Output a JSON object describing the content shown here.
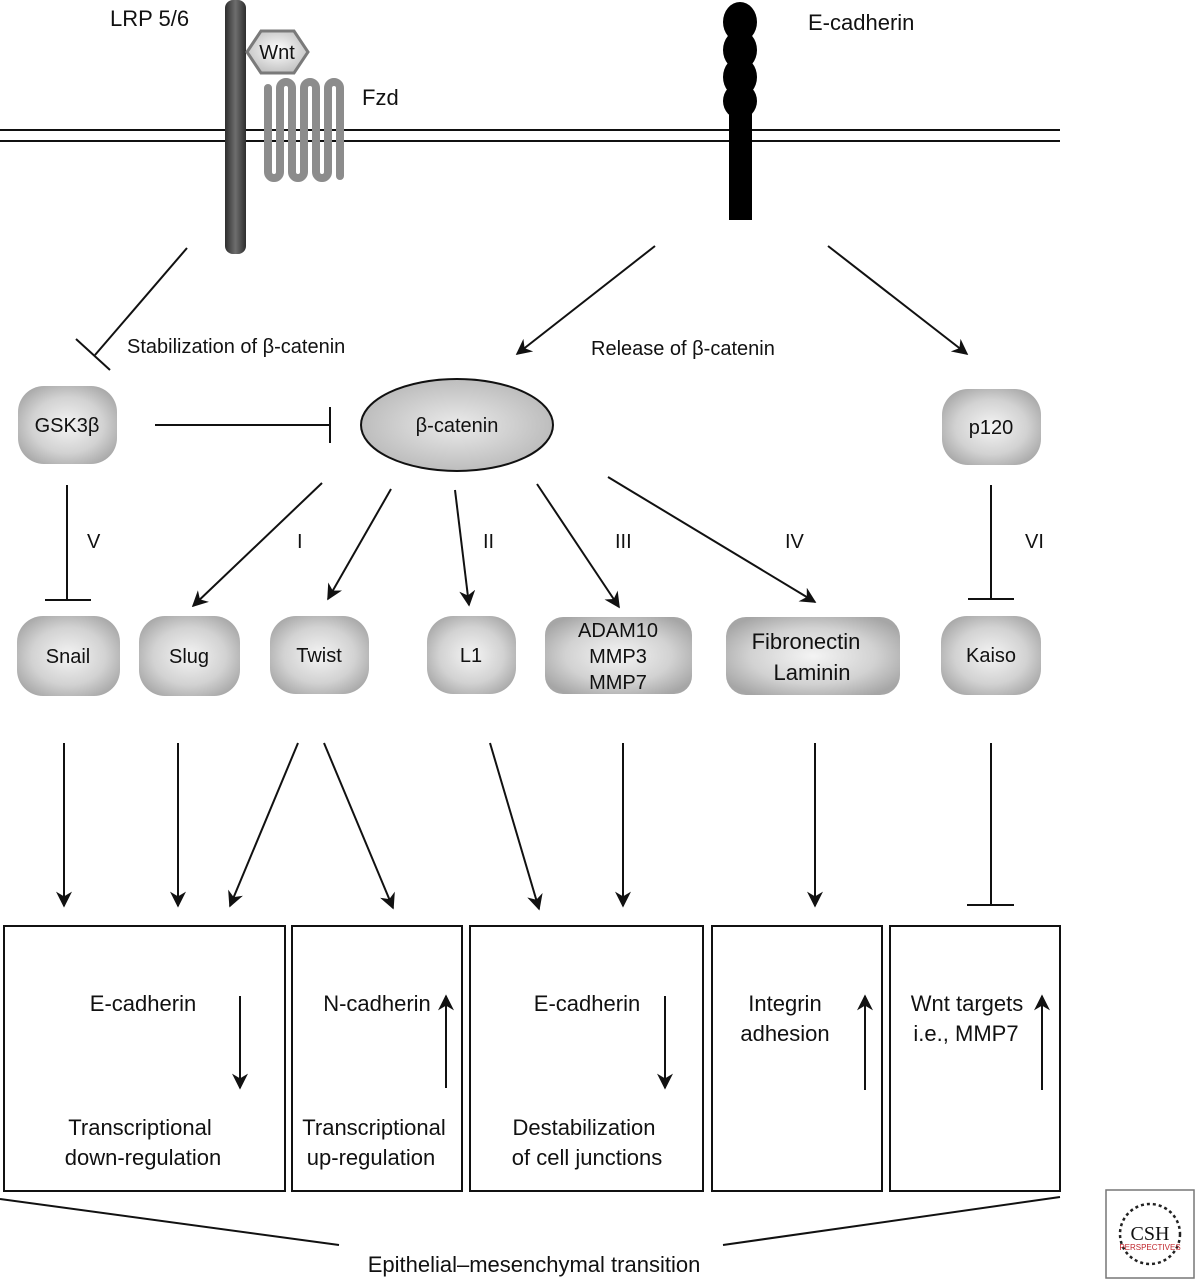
{
  "membrane": {
    "lrp_label": "LRP 5/6",
    "wnt_label": "Wnt",
    "fzd_label": "Fzd",
    "ecad_label": "E-cadherin"
  },
  "annotations": {
    "stabilization": "Stabilization of β-catenin",
    "release": "Release of β-catenin"
  },
  "nodes": {
    "gsk3b": "GSK3β",
    "bcatenin": "β-catenin",
    "p120": "p120",
    "snail": "Snail",
    "slug": "Slug",
    "twist": "Twist",
    "l1": "L1",
    "adam_lines": [
      "ADAM10",
      "MMP3",
      "MMP7"
    ],
    "fib_lines": [
      "Fibronectin",
      "Laminin"
    ],
    "kaiso": "Kaiso"
  },
  "roman": {
    "v": "V",
    "i": "I",
    "ii": "II",
    "iii": "III",
    "iv": "IV",
    "vi": "VI"
  },
  "boxes": {
    "box1": {
      "marker": "E-cadherin",
      "direction": "down",
      "lines": [
        "Transcriptional",
        "down-regulation"
      ]
    },
    "box2": {
      "marker": "N-cadherin",
      "direction": "up",
      "lines": [
        "Transcriptional",
        "up-regulation"
      ]
    },
    "box3": {
      "marker": "E-cadherin",
      "direction": "down",
      "lines": [
        "Destabilization",
        "of cell junctions"
      ]
    },
    "box4": {
      "marker_lines": [
        "Integrin",
        "adhesion"
      ],
      "direction": "up"
    },
    "box5": {
      "marker_lines": [
        "Wnt targets",
        "i.e., MMP7"
      ],
      "direction": "up"
    }
  },
  "footer": "Epithelial–mesenchymal transition",
  "logo": {
    "top": "CSH",
    "bottom": "PERSPECTIVES"
  },
  "colors": {
    "line": "#111111",
    "node_gradient_center": "#f2f2f2",
    "node_gradient_edge": "#9a9a9a",
    "lrp": "#4a4a4a",
    "fzd": "#8c8c8c",
    "ecad": "#000000",
    "logo_red": "#c0262d"
  }
}
